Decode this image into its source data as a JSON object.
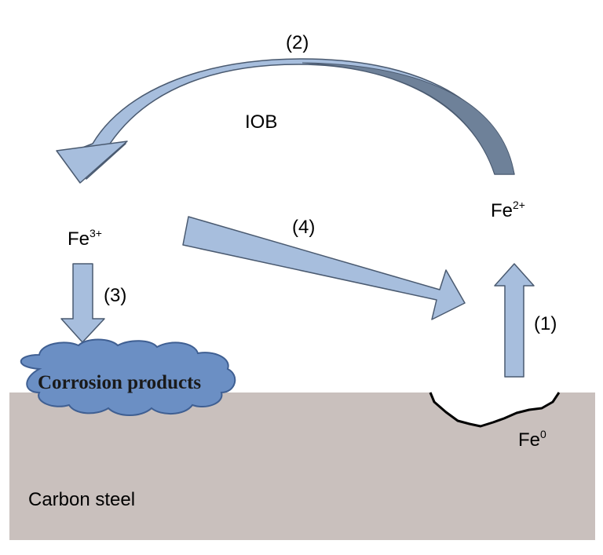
{
  "diagram": {
    "labels": {
      "step2": "(2)",
      "iob": "IOB",
      "fe2": {
        "base": "Fe",
        "sup": "2+"
      },
      "fe3": {
        "base": "Fe",
        "sup": "3+"
      },
      "step4": "(4)",
      "step3": "(3)",
      "step1": "(1)",
      "corrosion_products": "Corrosion products",
      "fe0": {
        "base": "Fe",
        "sup": "0"
      },
      "carbon_steel": "Carbon steel"
    },
    "colors": {
      "arrow_fill": "#a7bedd",
      "arrow_stroke": "#4a5a70",
      "arrow2_outer": "#6e8199",
      "cloud_fill": "#6b8fc4",
      "cloud_stroke": "#3f5f92",
      "steel_fill": "#c9c0bd",
      "pit_stroke": "#000000"
    }
  }
}
